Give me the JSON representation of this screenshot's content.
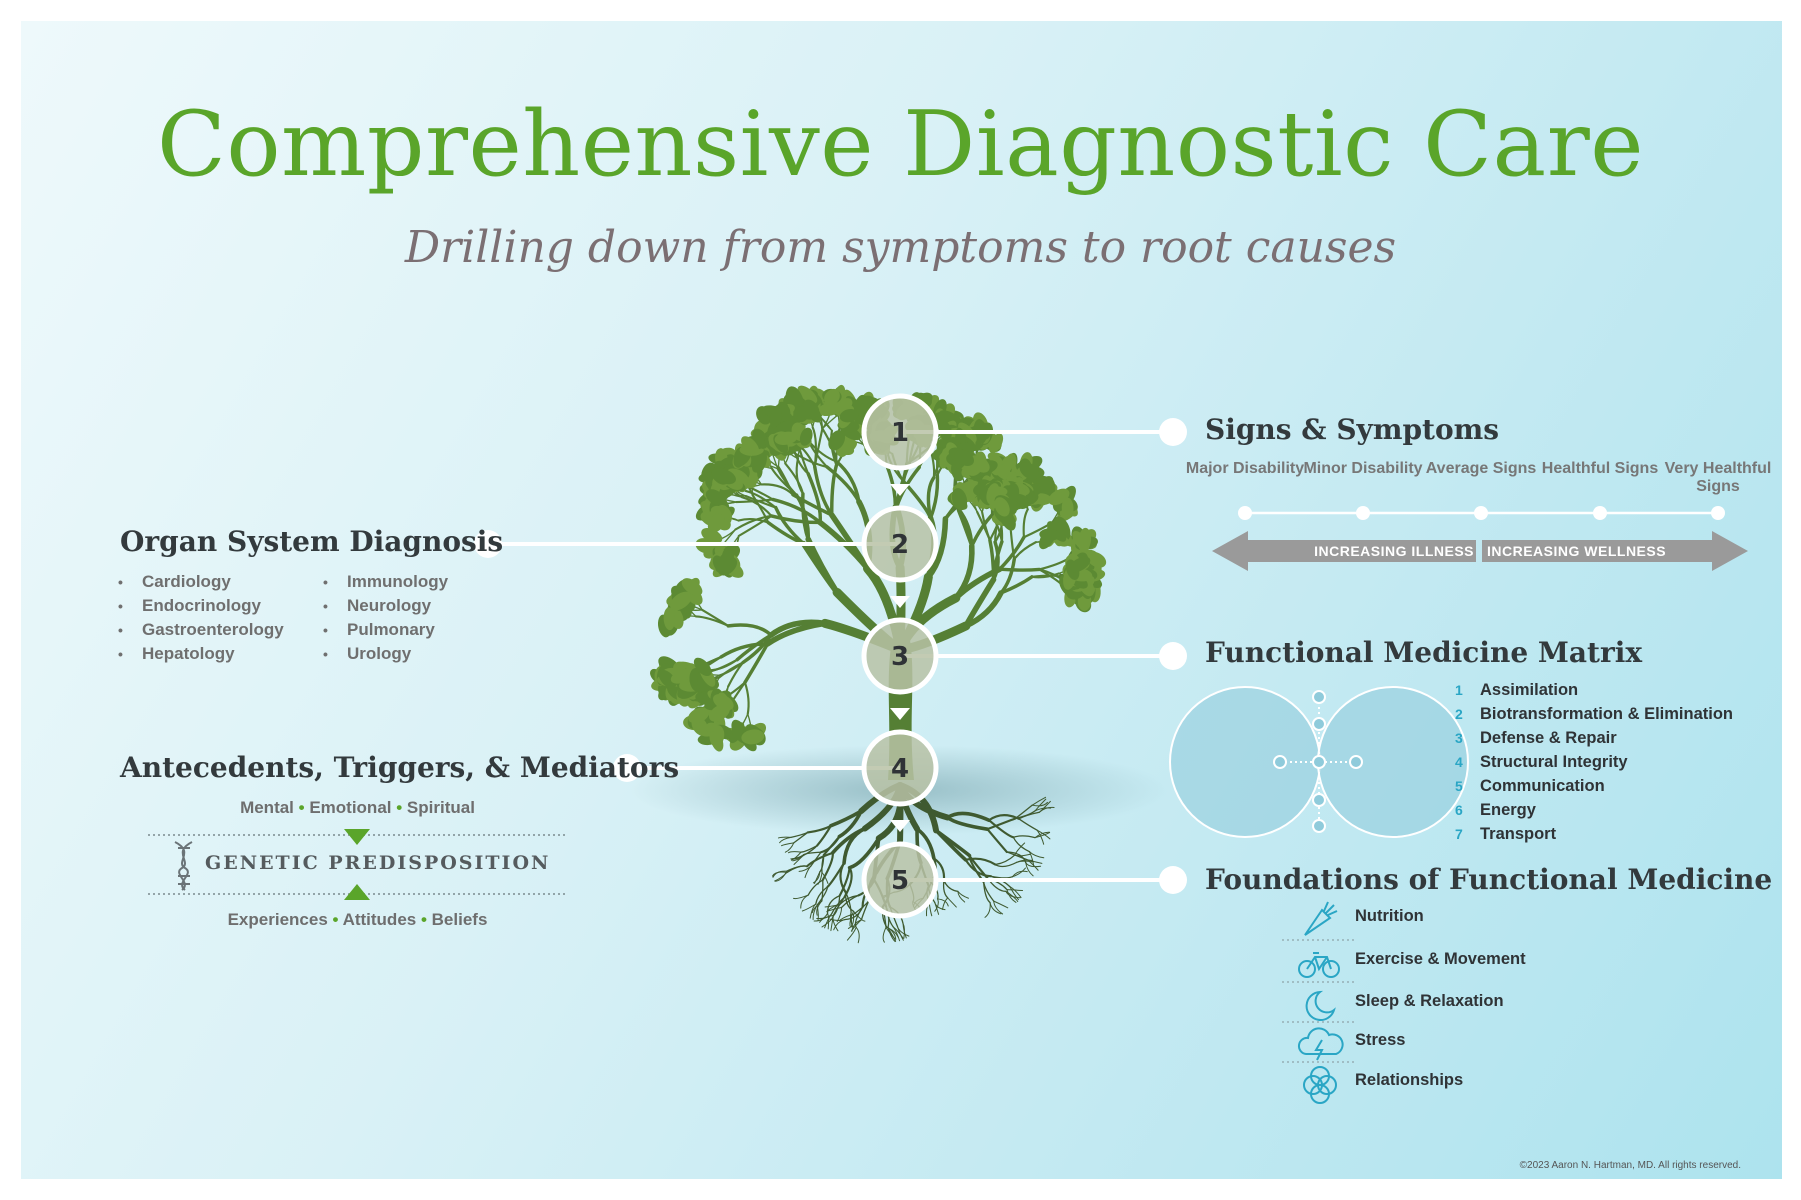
{
  "title": "Comprehensive Diagnostic Care",
  "subtitle": "Drilling down from symptoms to root causes",
  "steps": [
    "1",
    "2",
    "3",
    "4",
    "5"
  ],
  "signs": {
    "heading": "Signs & Symptoms",
    "scale": [
      "Major Disability",
      "Minor Disability",
      "Average Signs",
      "Healthful Signs",
      "Very Healthful Signs"
    ],
    "illness_label": "INCREASING ILLNESS",
    "wellness_label": "INCREASING WELLNESS"
  },
  "organ": {
    "heading": "Organ System Diagnosis",
    "col1": [
      "Cardiology",
      "Endocrinology",
      "Gastroenterology",
      "Hepatology"
    ],
    "col2": [
      "Immunology",
      "Neurology",
      "Pulmonary",
      "Urology"
    ]
  },
  "matrix": {
    "heading": "Functional Medicine Matrix",
    "items": [
      {
        "num": "1",
        "label": "Assimilation"
      },
      {
        "num": "2",
        "label": "Biotransformation & Elimination"
      },
      {
        "num": "3",
        "label": "Defense & Repair"
      },
      {
        "num": "4",
        "label": "Structural Integrity"
      },
      {
        "num": "5",
        "label": "Communication"
      },
      {
        "num": "6",
        "label": "Energy"
      },
      {
        "num": "7",
        "label": "Transport"
      }
    ]
  },
  "antecedents": {
    "heading": "Antecedents, Triggers, & Mediators",
    "top": [
      "Mental",
      "Emotional",
      "Spiritual"
    ],
    "genetic": "GENETIC PREDISPOSITION",
    "bottom": [
      "Experiences",
      "Attitudes",
      "Beliefs"
    ]
  },
  "foundations": {
    "heading": "Foundations of Functional Medicine",
    "items": [
      {
        "label": "Nutrition",
        "icon": "carrot-icon"
      },
      {
        "label": "Exercise & Movement",
        "icon": "bicycle-icon"
      },
      {
        "label": "Sleep & Relaxation",
        "icon": "moon-icon"
      },
      {
        "label": "Stress",
        "icon": "storm-cloud-icon"
      },
      {
        "label": "Relationships",
        "icon": "linked-circles-icon"
      }
    ]
  },
  "copyright": "©2023 Aaron N. Hartman, MD. All rights reserved.",
  "colors": {
    "accent_green": "#5aa52a",
    "accent_blue": "#2aa6c5",
    "tree_green": "#4f7a2e",
    "root_green": "#3f5a30"
  }
}
